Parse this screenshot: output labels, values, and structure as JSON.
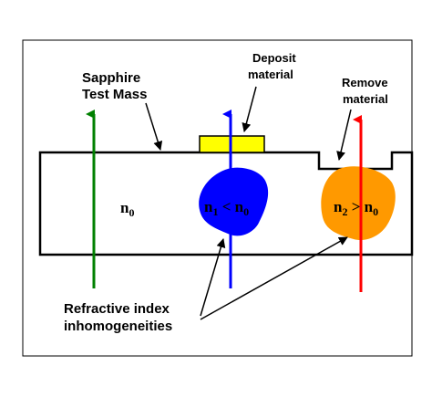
{
  "labels": {
    "test_mass_line1": "Sapphire",
    "test_mass_line2": "Test Mass",
    "deposit_line1": "Deposit",
    "deposit_line2": "material",
    "remove_line1": "Remove",
    "remove_line2": "material",
    "inhomog_line1": "Refractive index",
    "inhomog_line2": "inhomogeneities"
  },
  "regions": {
    "bulk": {
      "symbol": "n",
      "subscript": "0"
    },
    "inhomog_low": {
      "symbol": "n",
      "subscript": "1",
      "relation": " < ",
      "symbol2": "n",
      "subscript2": "0"
    },
    "inhomog_high": {
      "symbol": "n",
      "subscript": "2",
      "relation": " > ",
      "symbol2": "n",
      "subscript2": "0"
    }
  },
  "colors": {
    "frame": "#000000",
    "arrow_left": "#008000",
    "arrow_middle": "#0000ff",
    "arrow_right": "#ff0000",
    "deposit_fill": "#ffff00",
    "blob_low": "#0000ff",
    "blob_high": "#ff9900",
    "background": "#ffffff"
  }
}
